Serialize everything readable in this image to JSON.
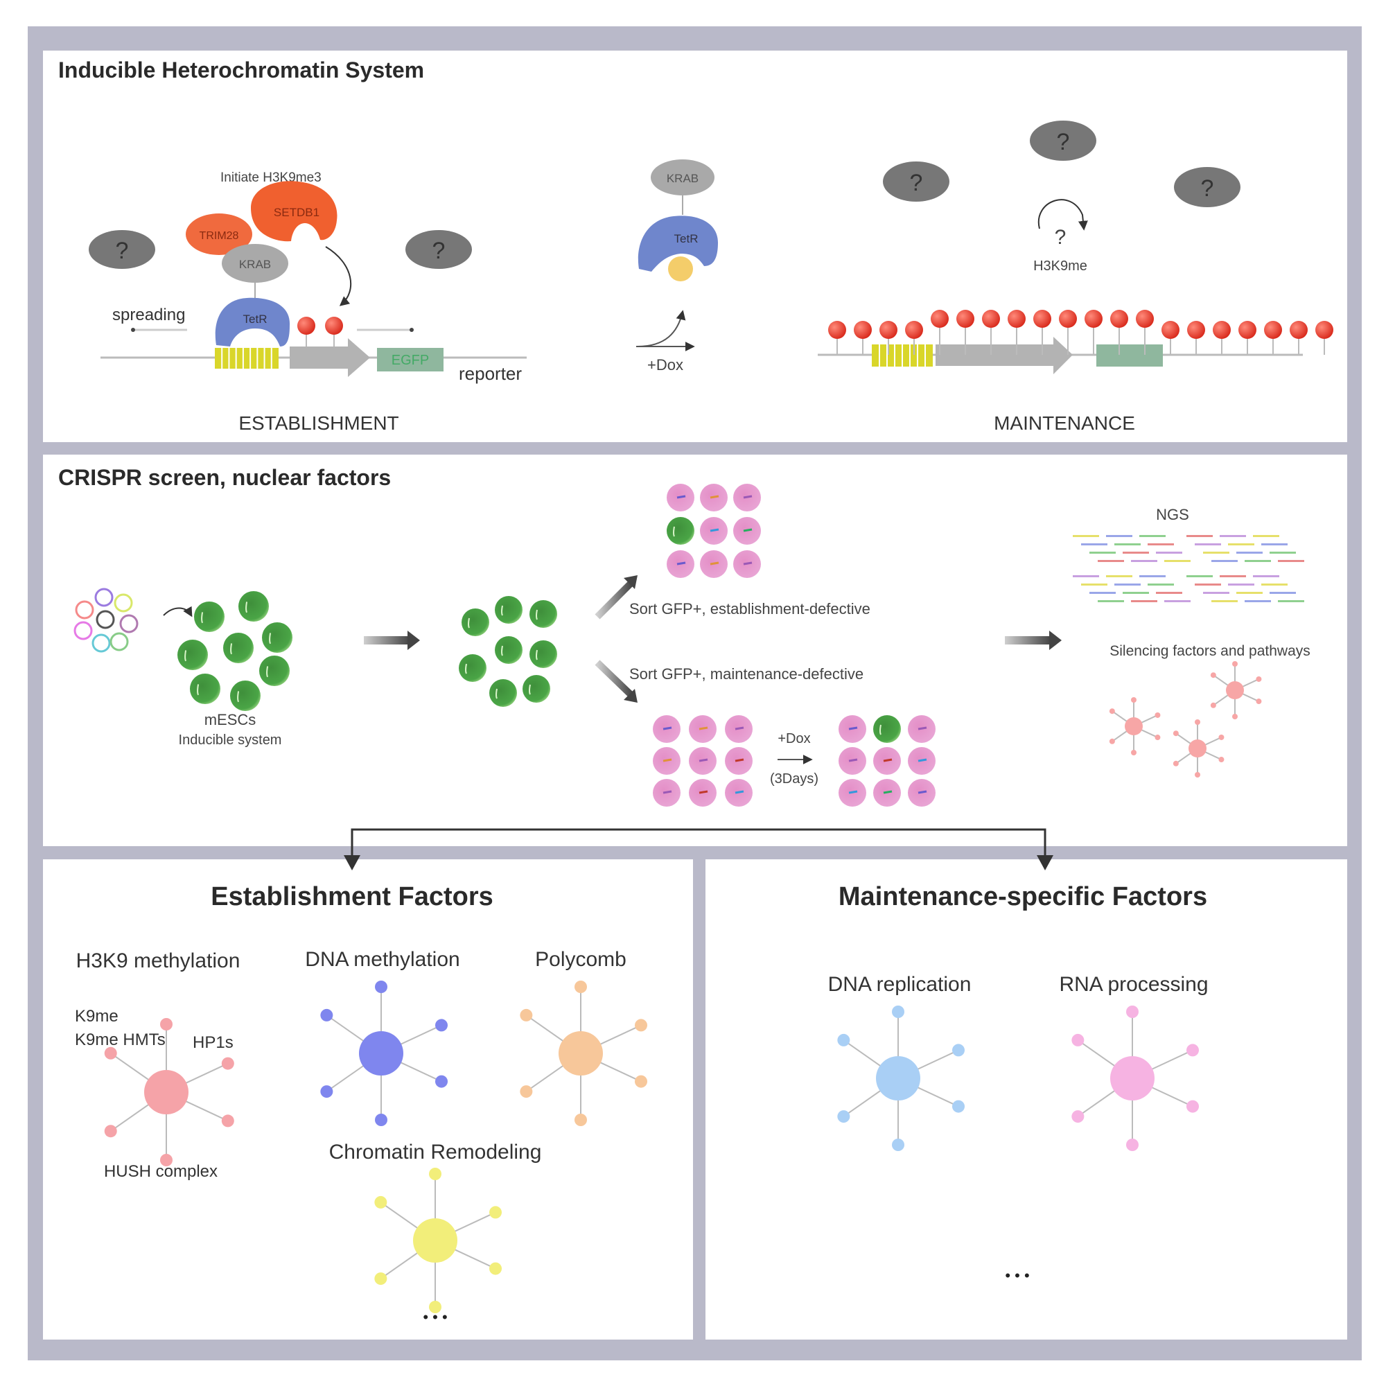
{
  "colors": {
    "frame": "#b9b9c9",
    "panel_bg": "#ffffff",
    "heterochromatin_mark": "#e8392a",
    "tetR": "#6f86cc",
    "krab": "#a9a9a9",
    "unknown_factor": "#777777",
    "trim28": "#f06a3e",
    "setdb1": "#f0602f",
    "tetO": "#d9d62a",
    "promoter": "#b3b3b3",
    "egfp": "#8fb79e",
    "dox": "#f4cd6a",
    "gfp_cell": "#4aa546",
    "silenced_cell": "#e79ad0",
    "bracket": "#333333"
  },
  "panels": {
    "system": {
      "title": "Inducible Heterochromatin System",
      "establishment": {
        "initiate_label": "Initiate H3K9me3",
        "setdb1": "SETDB1",
        "trim28": "TRIM28",
        "krab": "KRAB",
        "tetR": "TetR",
        "spreading": "spreading",
        "egfp": "EGFP",
        "reporter": "reporter",
        "unknown": "?",
        "caption": "ESTABLISHMENT",
        "marks_count": 2
      },
      "dox_release": {
        "krab": "KRAB",
        "tetR": "TetR",
        "dox_label": "+Dox"
      },
      "maintenance": {
        "unknown": "?",
        "loop_label": "?",
        "mark_label": "H3K9me",
        "caption": "MAINTENANCE",
        "marks_count": 20
      }
    },
    "screen": {
      "title": "CRISPR screen, nuclear factors",
      "mesc_label": "mESCs",
      "mesc_sublabel": "Inducible system",
      "sort_establishment": "Sort GFP+, establishment-defective",
      "sort_maintenance": "Sort GFP+, maintenance-defective",
      "dox_label": "+Dox",
      "days_label": "(3Days)",
      "ngs_label": "NGS",
      "result_label": "Silencing factors and pathways"
    },
    "establishment_factors": {
      "title": "Establishment Factors",
      "groups": [
        {
          "label": "H3K9 methylation",
          "color": "#f5a3a8",
          "sub_labels": [
            "K9me HMTs",
            "HP1s",
            "HUSH complex"
          ]
        },
        {
          "label": "DNA methylation",
          "color": "#7f86ee",
          "sub_labels": []
        },
        {
          "label": "Polycomb",
          "color": "#f7c79a",
          "sub_labels": []
        },
        {
          "label": "Chromatin Remodeling",
          "color": "#f2ee7a",
          "sub_labels": []
        }
      ],
      "ellipsis": "• • •"
    },
    "maintenance_factors": {
      "title": "Maintenance-specific Factors",
      "groups": [
        {
          "label": "DNA replication",
          "color": "#a9cff5"
        },
        {
          "label": "RNA processing",
          "color": "#f6b3e2"
        }
      ],
      "ellipsis": "• • •"
    }
  }
}
